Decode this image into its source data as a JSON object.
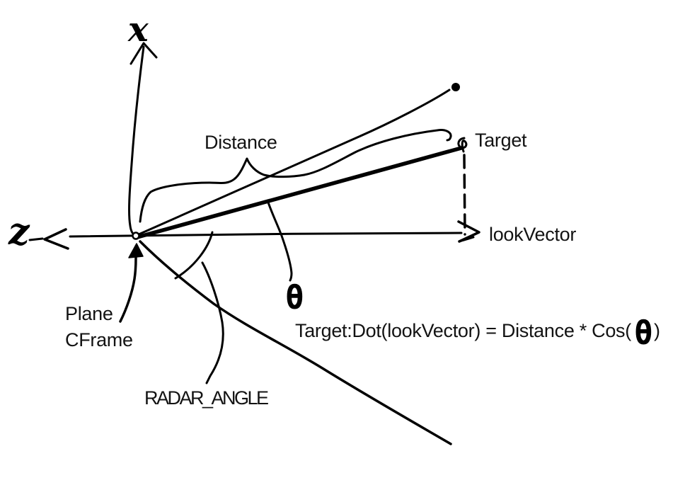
{
  "colors": {
    "background": "#ffffff",
    "ink": "#000000"
  },
  "axes": {
    "x_label": "x",
    "z_label": "z",
    "look_vector_label": "lookVector"
  },
  "labels": {
    "distance": "Distance",
    "target": "Target",
    "plane_line1": "Plane",
    "plane_line2": "CFrame",
    "radar_angle": "RADAR_ANGLE",
    "theta": "θ"
  },
  "formula": {
    "part1": "Target:Dot(lookVector) = Distance * Cos(",
    "theta": "θ",
    "part2": ")"
  }
}
